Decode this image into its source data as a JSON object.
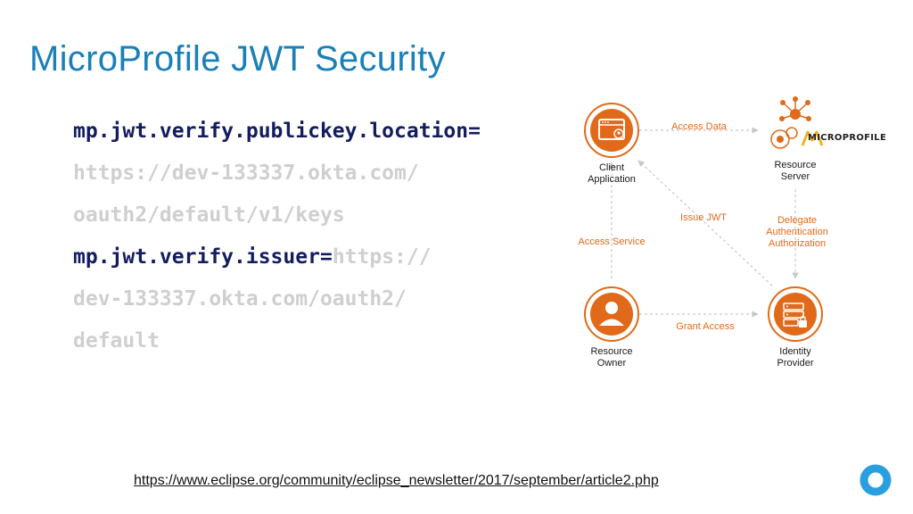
{
  "slide": {
    "title": "MicroProfile JWT Security",
    "code_lines": [
      {
        "key": "mp.jwt.verify.publickey.location",
        "eq": "=",
        "value": ""
      },
      {
        "key": "",
        "eq": "",
        "value": "https://dev-133337.okta.com/"
      },
      {
        "key": "",
        "eq": "",
        "value": "oauth2/default/v1/keys"
      },
      {
        "key": "mp.jwt.verify.issuer",
        "eq": "=",
        "value": "https://"
      },
      {
        "key": "",
        "eq": "",
        "value": "dev-133337.okta.com/oauth2/"
      },
      {
        "key": "",
        "eq": "",
        "value": "default"
      }
    ],
    "link": "https://www.eclipse.org/community/eclipse_newsletter/2017/september/article2.php"
  },
  "diagram": {
    "colors": {
      "accent": "#e06a1a",
      "dark": "#1a1a1a",
      "arrow": "#c8c8c8",
      "yellow": "#f2b21c"
    },
    "nodes": {
      "client": {
        "line1": "Client",
        "line2": "Application",
        "icon": "browser-window-icon"
      },
      "resource_server": {
        "line1": "Resource",
        "line2": "Server",
        "icon": "network-hub-icon"
      },
      "resource_owner": {
        "line1": "Resource",
        "line2": "Owner",
        "icon": "user-icon"
      },
      "identity_provider": {
        "line1": "Identity",
        "line2": "Provider",
        "icon": "server-lock-icon"
      }
    },
    "microprofile_text": "MICROPROFILE",
    "edges": {
      "access_data": "Access Data",
      "issue_jwt": "Issue JWT",
      "access_service": "Access Service",
      "grant_access": "Grant Access",
      "delegate_line1": "Delegate",
      "delegate_line2": "Authentication",
      "delegate_line3": "Authorization"
    }
  }
}
